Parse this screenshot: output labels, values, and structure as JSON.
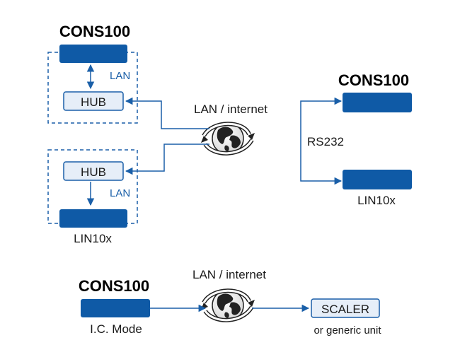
{
  "colors": {
    "accent": "#0f5aa6",
    "hub_fill": "#e6eef8",
    "line": "#1a5fa8"
  },
  "top_left": {
    "title": "CONS100",
    "lan_label_1": "LAN",
    "hub_1": "HUB",
    "hub_2": "HUB",
    "lan_label_2": "LAN",
    "lin_label": "LIN10x"
  },
  "center": {
    "network_label_top": "LAN / internet"
  },
  "right": {
    "title": "CONS100",
    "serial_label": "RS232",
    "lin_label": "LIN10x"
  },
  "bottom": {
    "title": "CONS100",
    "network_label": "LAN / internet",
    "mode_label": "I.C. Mode",
    "scaler_label": "SCALER",
    "generic_label": "or generic unit"
  },
  "icons": [
    "globe-icon",
    "globe-icon"
  ]
}
